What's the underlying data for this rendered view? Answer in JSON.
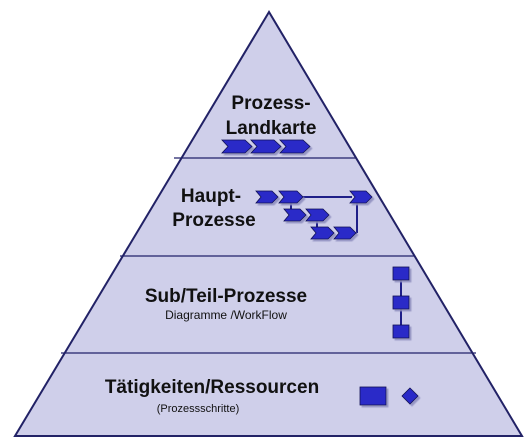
{
  "colors": {
    "pyramid_fill": "#cfcfea",
    "pyramid_stroke": "#222266",
    "divider": "#22226a",
    "icon_fill": "#2a2ac8",
    "icon_stroke": "#0f0f55",
    "icon_shadow": "#8f8fbf",
    "connector": "#1f1f88"
  },
  "levels": [
    {
      "id": "prozess-landkarte",
      "title_lines": [
        "Prozess-",
        "Landkarte"
      ],
      "icon": "chevron-chain-icon"
    },
    {
      "id": "haupt-prozesse",
      "title_lines": [
        "Haupt-",
        "Prozesse"
      ],
      "icon": "process-flow-icon"
    },
    {
      "id": "sub-teil-prozesse",
      "title": "Sub/Teil-Prozesse",
      "subtitle": "Diagramme /WorkFlow",
      "icon": "workflow-boxes-icon"
    },
    {
      "id": "taetigkeiten",
      "title": "Tätigkeiten/Ressourcen",
      "subtitle": "(Prozessschritte)",
      "icon": "square-diamond-icon"
    }
  ]
}
